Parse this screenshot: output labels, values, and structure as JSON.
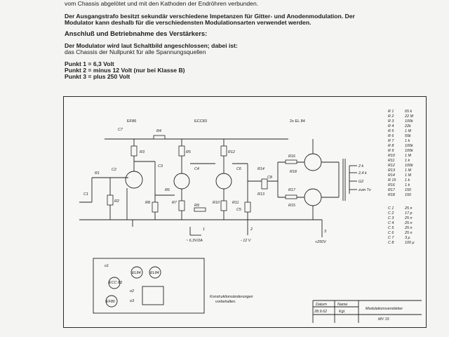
{
  "text": {
    "line0": "vom Chassis abgelötet und mit den Kathoden der Endröhren verbunden.",
    "line1": "Der Ausgangstrafo besitzt sekundär verschiedene Impetanzen für Gitter- und Anodenmodulation. Der",
    "line2": "Modulator kann deshalb für die verschiedensten Modulationsarten verwendet werden.",
    "heading": "Anschluß und Betriebnahme des Verstärkers:",
    "p1": "Der Modulator wird laut Schaltbild angeschlossen; dabei ist:",
    "p2": "das Chassis der Nullpunkt für alle Spannungsquellen",
    "pt1": "Punkt 1 = 6,3 Volt",
    "pt2": "Punkt 2 = minus 12 Volt (nur bei Klasse B)",
    "pt3": "Punkt 3 = plus 250 Volt"
  },
  "schematic": {
    "tubes": [
      "EF86",
      "ECC83",
      "2x EL 84"
    ],
    "supply_labels": [
      "~ 6,3V/2A",
      "- 12 V",
      "+250V"
    ],
    "output_labels": [
      "2 k",
      "2,4 k",
      "G2",
      "zum Tx"
    ],
    "component_labels": [
      "C7",
      "R4",
      "R3",
      "C2",
      "C3",
      "R5",
      "C4",
      "R12",
      "C6",
      "R14",
      "R16",
      "C8",
      "R13",
      "R17",
      "R15",
      "R18",
      "R1",
      "R2",
      "C1",
      "R6",
      "R7",
      "R8",
      "R9",
      "R10",
      "C5",
      "R11"
    ],
    "node_numbers": [
      "1",
      "2",
      "3"
    ]
  },
  "parts_list": {
    "resistors": [
      {
        "id": "R 1",
        "value": "65 k"
      },
      {
        "id": "R 2",
        "value": "22 M"
      },
      {
        "id": "R 3",
        "value": "100k"
      },
      {
        "id": "R 4",
        "value": "22k"
      },
      {
        "id": "R 5",
        "value": "1 M"
      },
      {
        "id": "R 6",
        "value": "55k"
      },
      {
        "id": "R 7",
        "value": "1 k"
      },
      {
        "id": "R 8",
        "value": "100k"
      },
      {
        "id": "R 9",
        "value": "100k"
      },
      {
        "id": "R10",
        "value": "1 M"
      },
      {
        "id": "R11",
        "value": "1 k"
      },
      {
        "id": "R12",
        "value": "100k"
      },
      {
        "id": "R13",
        "value": "1 M"
      },
      {
        "id": "R14",
        "value": "1 M"
      },
      {
        "id": "R 15",
        "value": "1 k"
      },
      {
        "id": "R16",
        "value": "1 k"
      },
      {
        "id": "R17",
        "value": "150"
      },
      {
        "id": "R18",
        "value": "150"
      }
    ],
    "capacitors": [
      {
        "id": "C 1",
        "value": "25 n"
      },
      {
        "id": "C 2",
        "value": "17 p"
      },
      {
        "id": "C 3",
        "value": "25 n"
      },
      {
        "id": "C 4",
        "value": "25 n"
      },
      {
        "id": "C 5",
        "value": "25 n"
      },
      {
        "id": "C 6",
        "value": "25 n"
      },
      {
        "id": "C 7",
        "value": "3 μ"
      },
      {
        "id": "C 8",
        "value": "100 μ"
      }
    ]
  },
  "layout_box": {
    "sockets": [
      "ECC 83",
      "EL84",
      "EL84",
      "EF86"
    ],
    "points": [
      "o1",
      "o2",
      "o3"
    ]
  },
  "note": [
    "Konstruktionsänderungen",
    "vorbehalten."
  ],
  "title_block": {
    "col_datum": "Datum",
    "col_name": "Name",
    "date": "28.9.62",
    "signature": "Kgl.",
    "title": "Modulationsverstärker",
    "model": "MV 15"
  }
}
